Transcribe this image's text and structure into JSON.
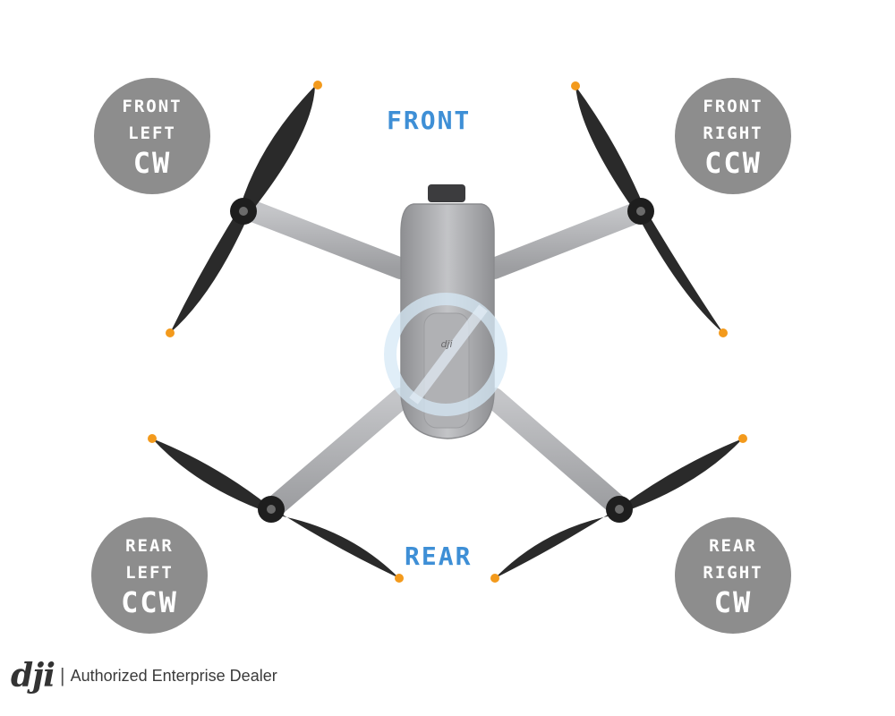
{
  "labels": {
    "front": "FRONT",
    "rear": "REAR"
  },
  "motors": {
    "front_left": {
      "line1": "FRONT",
      "line2": "LEFT",
      "rotation": "CW"
    },
    "front_right": {
      "line1": "FRONT",
      "line2": "RIGHT",
      "rotation": "CCW"
    },
    "rear_left": {
      "line1": "REAR",
      "line2": "LEFT",
      "rotation": "CCW"
    },
    "rear_right": {
      "line1": "REAR",
      "line2": "RIGHT",
      "rotation": "CW"
    }
  },
  "footer": {
    "logo_text": "dji",
    "separator": "|",
    "dealer_text": "Authorized Enterprise Dealer"
  },
  "drone": {
    "logo_text": "dji"
  },
  "colors": {
    "badge": "#8d8d8d",
    "label_blue": "#3e8fd6",
    "propeller": "#2a2a2a",
    "prop_tip": "#f39a1c",
    "body": "#a9aaad",
    "arm": "#b3b4b7"
  }
}
